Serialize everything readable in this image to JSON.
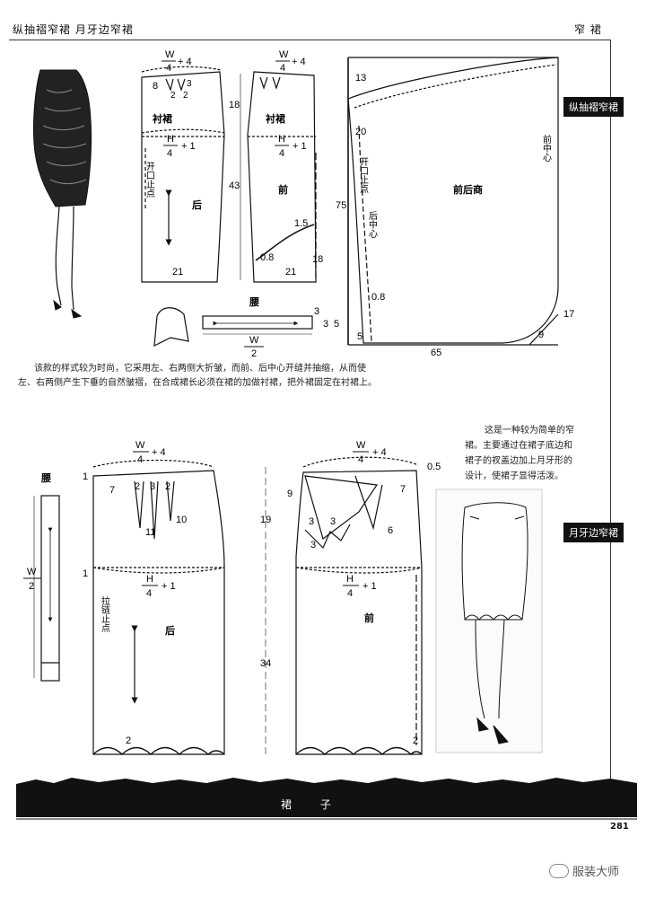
{
  "header": {
    "left_title": "纵抽褶窄裙   月牙边窄裙",
    "right_title": "窄 裙"
  },
  "section_tags": {
    "first": "纵抽褶窄裙",
    "second": "月牙边窄裙"
  },
  "descriptions": {
    "first_line1": "该款的样式较为时尚，它采用左、右两侧大折皱，而前、后中心开缝并抽缩，从而使",
    "first_line2": "左、右两侧产生下垂的自然皱褶，在合成裙长必须在裙的加做衬裙，把外裙固定在衬裙上。",
    "second_line1": "这是一种较为简单的窄",
    "second_line2": "裙。主要通过在裙子底边和",
    "second_line3": "裙子的衩盖边加上月牙形的",
    "second_line4": "设计，使裙子显得活泼。"
  },
  "labels": {
    "w4": "W",
    "four": "4",
    "plus4": "+ 4",
    "h": "H",
    "plus1": "+ 1",
    "two": "2",
    "lining": "衬裙",
    "back": "后",
    "front": "前",
    "front_back": "前后商",
    "waistband": "腰",
    "opening_stop": "开口止点",
    "back_center": "后中心",
    "front_center": "前中心",
    "zipper_stop": "拉链止点",
    "n18": "18",
    "n43": "43",
    "n21": "21",
    "n8": "8",
    "n3": "3",
    "n2": "2",
    "n0_8": "0.8",
    "n1_5": "1.5",
    "n13": "13",
    "n20": "20",
    "n75": "75",
    "n5": "5",
    "n65": "65",
    "n9": "9",
    "n17": "17",
    "n1": "1",
    "n7": "7",
    "n10": "10",
    "n11": "11",
    "n19": "19",
    "n34": "34",
    "n0_5": "0.5",
    "n6": "6"
  },
  "footer": {
    "section_name": "裙 子",
    "page_number": "281",
    "watermark": "服装大师"
  }
}
